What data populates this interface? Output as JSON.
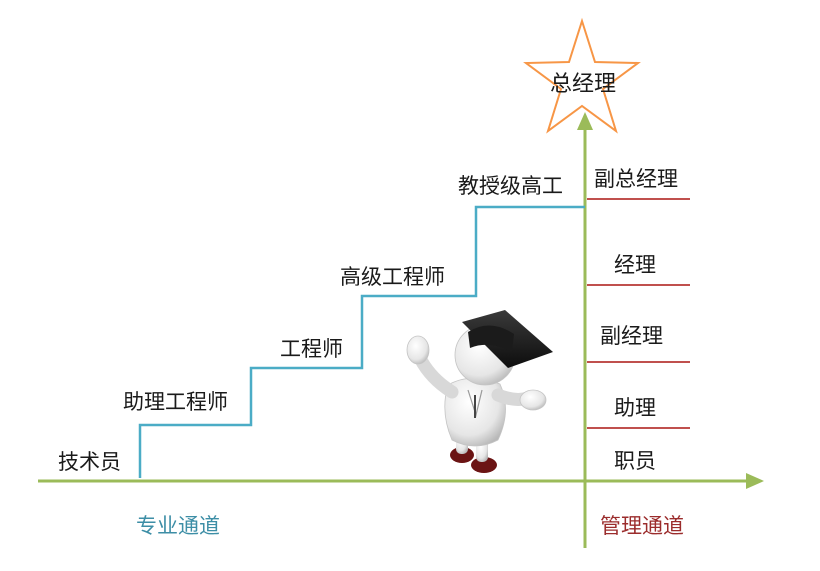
{
  "diagram": {
    "professional_track": {
      "channel_label": "专业通道",
      "steps": [
        "技术员",
        "助理工程师",
        "工程师",
        "高级工程师",
        "教授级高工"
      ]
    },
    "management_track": {
      "channel_label": "管理通道",
      "levels": [
        "职员",
        "助理",
        "副经理",
        "经理",
        "副总经理"
      ],
      "top": "总经理"
    },
    "colors": {
      "axis_green": "#9bbb59",
      "stairs_blue": "#4bacc6",
      "mgmt_line_red": "#c0504d",
      "star_orange": "#f79646",
      "pro_label_teal": "#3d8ea6",
      "mgmt_label_red": "#9b2c2c"
    },
    "icons": [
      "graduate-figure-icon",
      "star-icon"
    ]
  }
}
